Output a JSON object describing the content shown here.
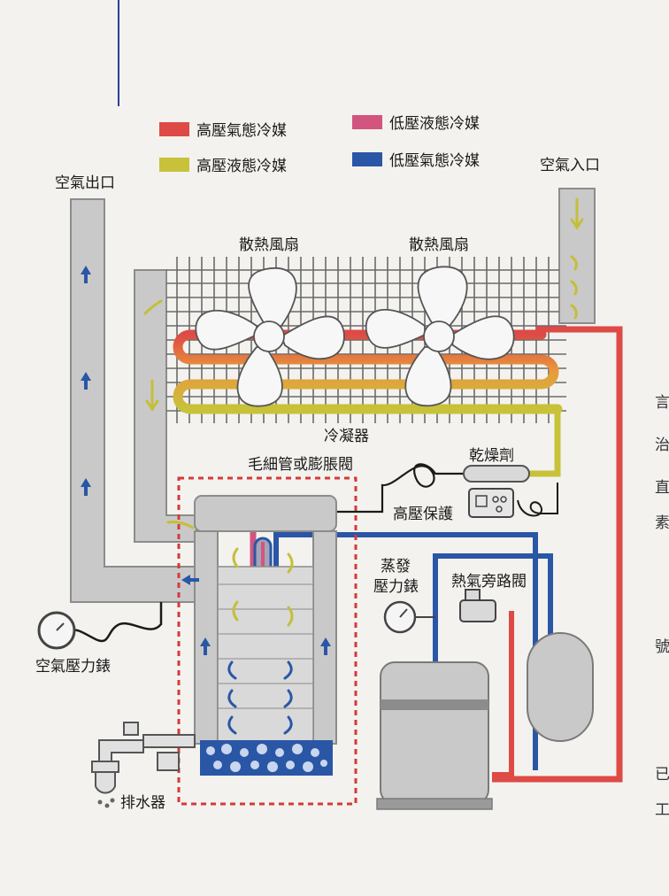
{
  "legend": [
    {
      "label": "高壓氣態冷媒",
      "color": "#de4a45"
    },
    {
      "label": "低壓液態冷媒",
      "color": "#d1557f"
    },
    {
      "label": "高壓液態冷媒",
      "color": "#c7c23a"
    },
    {
      "label": "低壓氣態冷媒",
      "color": "#2a56a6"
    }
  ],
  "labels": {
    "air_outlet": "空氣出口",
    "air_inlet": "空氣入口",
    "fan_left": "散熱風扇",
    "fan_right": "散熱風扇",
    "condenser": "冷凝器",
    "capillary": "毛細管或膨脹閥",
    "dryer": "乾燥劑",
    "hp_protect": "高壓保護",
    "evap_gauge_l1": "蒸發",
    "evap_gauge_l2": "壓力錶",
    "bypass_valve": "熱氣旁路閥",
    "air_gauge": "空氣壓力錶",
    "drain": "排水器"
  },
  "edge_text": [
    "言",
    "治",
    "直",
    "素",
    "號",
    "已",
    "工"
  ],
  "colors": {
    "duct": "#c9c9c9",
    "duct_stroke": "#8c8c8c",
    "red": "#de4a45",
    "yellow": "#c7c23a",
    "pink": "#d1557f",
    "blue": "#2a56a6",
    "air_arrow": "#2a56a6",
    "airflow_yellow": "#c4bf3a",
    "page_rule": "#2b3f9a",
    "background": "#f3f2ee"
  }
}
